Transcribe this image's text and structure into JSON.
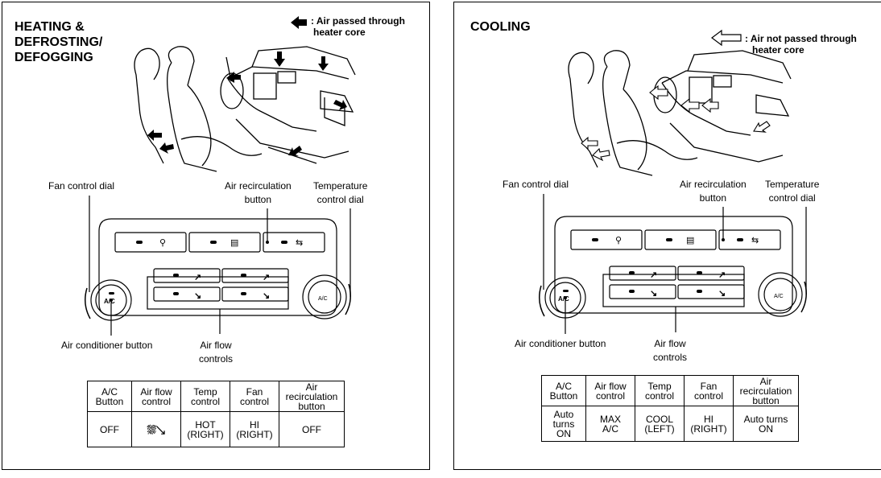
{
  "left": {
    "title_line1": "HEATING &",
    "title_line2": "DEFROSTING/",
    "title_line3": "DEFOGGING",
    "legend_line1": ": Air passed through",
    "legend_line2": "heater core",
    "labels": {
      "fan_dial": "Fan control dial",
      "recirc_1": "Air recirculation",
      "recirc_2": "button",
      "temp_1": "Temperature",
      "temp_2": "control dial",
      "ac_button": "Air conditioner button",
      "airflow_1": "Air flow",
      "airflow_2": "controls",
      "dial_ac": "A/C"
    },
    "table": {
      "headers": [
        "A/C\nButton",
        "Air flow\ncontrol",
        "Temp\ncontrol",
        "Fan\ncontrol",
        "Air\nrecirculation\nbutton"
      ],
      "values": [
        "OFF",
        "",
        "HOT\n(RIGHT)",
        "HI\n(RIGHT)",
        "OFF"
      ]
    }
  },
  "right": {
    "title": "COOLING",
    "legend_line1": ": Air not passed through",
    "legend_line2": "heater core",
    "labels": {
      "fan_dial": "Fan control dial",
      "recirc_1": "Air recirculation",
      "recirc_2": "button",
      "temp_1": "Temperature",
      "temp_2": "control dial",
      "ac_button": "Air conditioner button",
      "airflow_1": "Air flow",
      "airflow_2": "controls",
      "dial_ac": "A/C"
    },
    "table": {
      "headers": [
        "A/C\nButton",
        "Air flow\ncontrol",
        "Temp\ncontrol",
        "Fan\ncontrol",
        "Air\nrecirculation\nbutton"
      ],
      "values": [
        "Auto\nturns\nON",
        "MAX\nA/C",
        "COOL\n(LEFT)",
        "HI\n(RIGHT)",
        "Auto turns\nON"
      ]
    }
  },
  "icons": {
    "legend_left": "filled-arrow-icon",
    "legend_right": "outline-arrow-icon",
    "airflow_value": "defrost-foot-icon"
  }
}
